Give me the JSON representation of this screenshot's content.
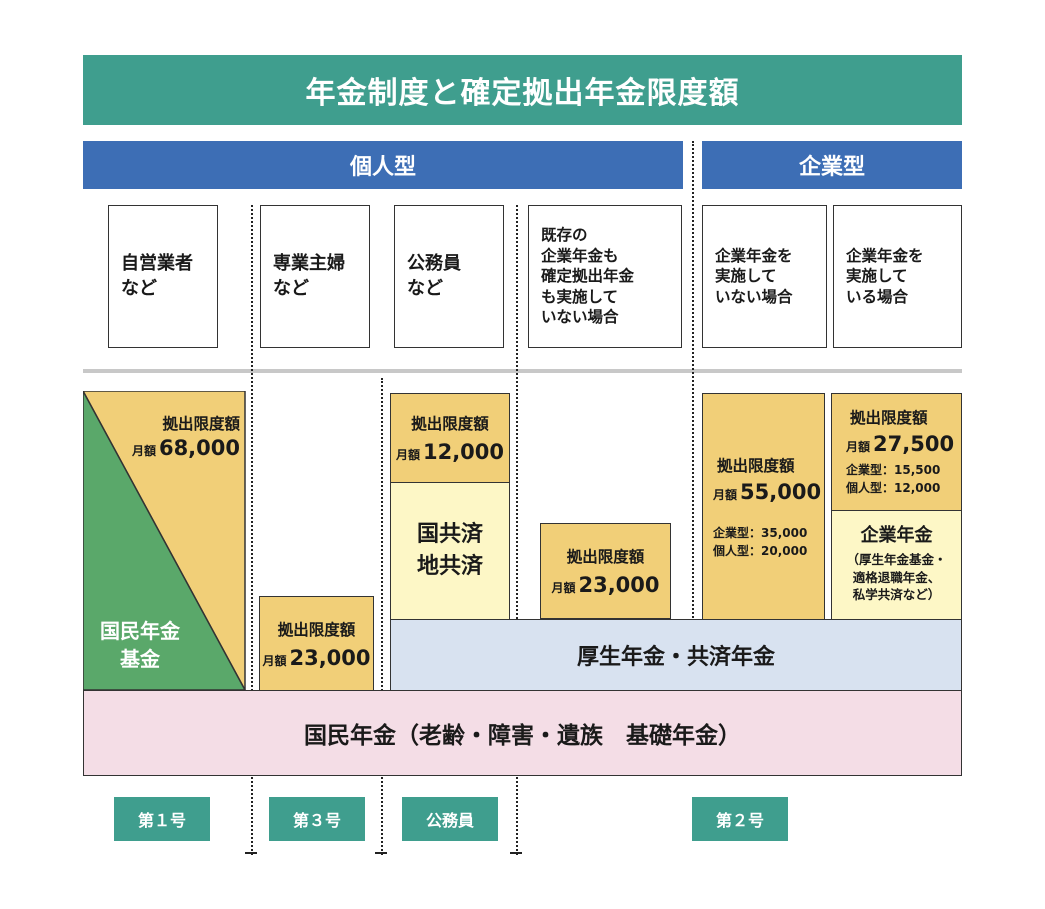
{
  "title": "年金制度と確定拠出年金限度額",
  "headers": {
    "individual": "個人型",
    "corporate": "企業型"
  },
  "categories": [
    "自営業者\nなど",
    "専業主婦\nなど",
    "公務員\nなど",
    "既存の\n企業年金も\n確定拠出年金\nも実施して\nいない場合",
    "企業年金を\n実施して\nいない場合",
    "企業年金を\n実施して\nいる場合"
  ],
  "limits": {
    "label": "拠出限度額",
    "month": "月額",
    "self_employed": "68,000",
    "housewife": "23,000",
    "civil_servant": "12,000",
    "no_pension": "23,000",
    "corp_no_pension": "55,000",
    "corp_no_pension_corp": "企業型：35,000",
    "corp_no_pension_indiv": "個人型：20,000",
    "corp_with_pension": "27,500",
    "corp_with_pension_corp": "企業型：15,500",
    "corp_with_pension_indiv": "個人型：12,000"
  },
  "blocks": {
    "national_fund": "国民年金\n基金",
    "mutual_aid": "国共済\n地共済",
    "corporate_pension": "企業年金",
    "corporate_pension_note": "（厚生年金基金・\n適格退職年金、\n私学共済など）",
    "employee_pension": "厚生年金・共済年金",
    "national_pension": "国民年金（老齢・障害・遺族　基礎年金）"
  },
  "insured_types": {
    "type1": "第１号",
    "type3": "第３号",
    "civil_servant": "公務員",
    "type2": "第２号"
  },
  "colors": {
    "teal": "#3f9e8e",
    "blue": "#3d6eb5",
    "gold": "#f1cf78",
    "green": "#5aa86a",
    "pale_yellow": "#fdf7c6",
    "light_blue": "#d8e2f0",
    "pink": "#f4dde6"
  }
}
